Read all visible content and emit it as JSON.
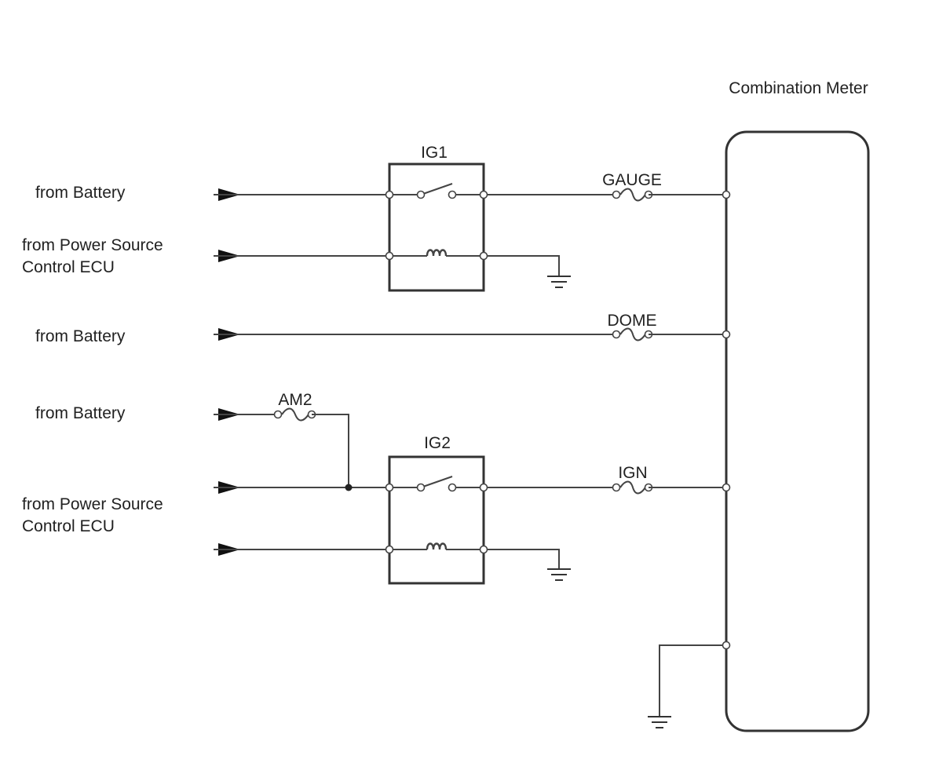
{
  "component": {
    "label": "Combination Meter"
  },
  "sources": {
    "battery_1": "from Battery",
    "psc_ecu_1_line1": "from Power Source",
    "psc_ecu_1_line2": "Control ECU",
    "battery_2": "from Battery",
    "battery_3": "from Battery",
    "psc_ecu_2_line1": "from Power Source",
    "psc_ecu_2_line2": "Control ECU"
  },
  "relays": {
    "ig1": "IG1",
    "ig2": "IG2"
  },
  "fuses": {
    "gauge": "GAUGE",
    "dome": "DOME",
    "am2": "AM2",
    "ign": "IGN"
  }
}
